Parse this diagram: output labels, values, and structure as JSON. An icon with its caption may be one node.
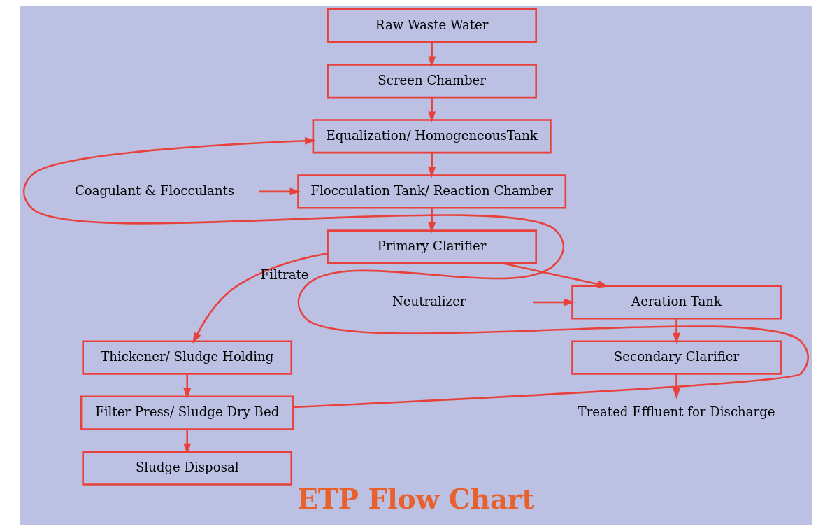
{
  "diagram": {
    "title": "ETP Flow Chart",
    "nodes": [
      {
        "text": [
          "Raw Waste Water"
        ]
      },
      {
        "text": [
          "Screen Chamber"
        ]
      },
      {
        "text": [
          "Equalization/ HomogeneousTank"
        ]
      },
      {
        "text": [
          "Flocculation Tank/ Reaction Chamber"
        ]
      },
      {
        "text": [
          "Primary Clarifier"
        ]
      },
      {
        "text": [
          "Aeration Tank"
        ]
      },
      {
        "text": [
          "Secondary Clarifier"
        ]
      },
      {
        "text": [
          "Treated Effluent for Discharge"
        ]
      },
      {
        "text": [
          "Coagulant & Flocculants"
        ]
      },
      {
        "text": [
          "Neutralizer"
        ]
      },
      {
        "text": [
          "Thickener/ Sludge Holding"
        ]
      },
      {
        "text": [
          "Filter Press/ Sludge Dry Bed"
        ]
      },
      {
        "text": [
          "Sludge Disposal"
        ]
      }
    ],
    "edges": [
      {
        "from": 0,
        "to": 1,
        "arrow": "to"
      },
      {
        "from": 1,
        "to": 2,
        "arrow": "to"
      },
      {
        "from": 2,
        "to": 3,
        "arrow": "to"
      },
      {
        "from": 3,
        "to": 4,
        "arrow": "to"
      },
      {
        "from": 4,
        "to": 5,
        "arrow": "to"
      },
      {
        "from": 5,
        "to": 6,
        "arrow": "to"
      },
      {
        "from": 6,
        "to": 7,
        "arrow": "to"
      },
      {
        "from": 8,
        "to": 3,
        "arrow": "to"
      },
      {
        "from": 9,
        "to": 5,
        "arrow": "to"
      },
      {
        "from": 4,
        "to": 10,
        "arrow": "to"
      },
      {
        "from": 10,
        "to": 11,
        "arrow": "to"
      },
      {
        "from": 11,
        "to": 12,
        "arrow": "to"
      },
      {
        "from": 11,
        "to": 2,
        "arrow": "to",
        "label": "Filtrate"
      }
    ]
  }
}
